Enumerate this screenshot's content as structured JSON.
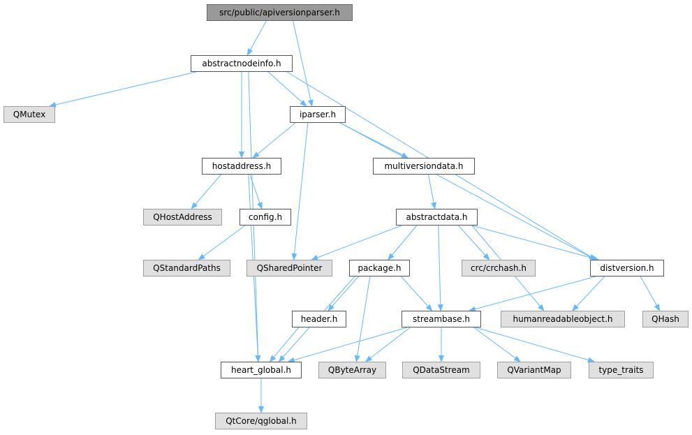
{
  "colors": {
    "edge": "#63b8ff",
    "node_border": "#555555",
    "external_fill": "#e0e0e0",
    "root_fill": "#999999"
  },
  "nodes": {
    "root": "src/public/apiversionparser.h",
    "abstractnodeinfo": "abstractnodeinfo.h",
    "qmutex": "QMutex",
    "iparser": "iparser.h",
    "hostaddress": "hostaddress.h",
    "multiversiondata": "multiversiondata.h",
    "qhostaddress": "QHostAddress",
    "config": "config.h",
    "abstractdata": "abstractdata.h",
    "qstandardpaths": "QStandardPaths",
    "qsharedpointer": "QSharedPointer",
    "package": "package.h",
    "crchash": "crc/crchash.h",
    "distversion": "distversion.h",
    "header": "header.h",
    "streambase": "streambase.h",
    "humanreadableobject": "humanreadableobject.h",
    "qhash": "QHash",
    "heart_global": "heart_global.h",
    "qbytearray": "QByteArray",
    "qdatastream": "QDataStream",
    "qvariantmap": "QVariantMap",
    "type_traits": "type_traits",
    "qglobal": "QtCore/qglobal.h"
  },
  "edges": [
    [
      "root",
      "abstractnodeinfo"
    ],
    [
      "root",
      "iparser"
    ],
    [
      "abstractnodeinfo",
      "qmutex"
    ],
    [
      "abstractnodeinfo",
      "iparser"
    ],
    [
      "abstractnodeinfo",
      "hostaddress"
    ],
    [
      "abstractnodeinfo",
      "distversion"
    ],
    [
      "abstractnodeinfo",
      "heart_global"
    ],
    [
      "iparser",
      "hostaddress"
    ],
    [
      "iparser",
      "multiversiondata"
    ],
    [
      "iparser",
      "qsharedpointer"
    ],
    [
      "iparser",
      "distversion"
    ],
    [
      "hostaddress",
      "qhostaddress"
    ],
    [
      "hostaddress",
      "config"
    ],
    [
      "hostaddress",
      "heart_global"
    ],
    [
      "config",
      "qstandardpaths"
    ],
    [
      "multiversiondata",
      "abstractdata"
    ],
    [
      "abstractdata",
      "qsharedpointer"
    ],
    [
      "abstractdata",
      "package"
    ],
    [
      "abstractdata",
      "crchash"
    ],
    [
      "abstractdata",
      "distversion"
    ],
    [
      "abstractdata",
      "streambase"
    ],
    [
      "abstractdata",
      "humanreadableobject"
    ],
    [
      "package",
      "header"
    ],
    [
      "package",
      "streambase"
    ],
    [
      "package",
      "heart_global"
    ],
    [
      "package",
      "qbytearray"
    ],
    [
      "distversion",
      "streambase"
    ],
    [
      "distversion",
      "humanreadableobject"
    ],
    [
      "distversion",
      "qhash"
    ],
    [
      "header",
      "heart_global"
    ],
    [
      "streambase",
      "heart_global"
    ],
    [
      "streambase",
      "qbytearray"
    ],
    [
      "streambase",
      "qdatastream"
    ],
    [
      "streambase",
      "qvariantmap"
    ],
    [
      "streambase",
      "type_traits"
    ],
    [
      "heart_global",
      "qglobal"
    ]
  ]
}
